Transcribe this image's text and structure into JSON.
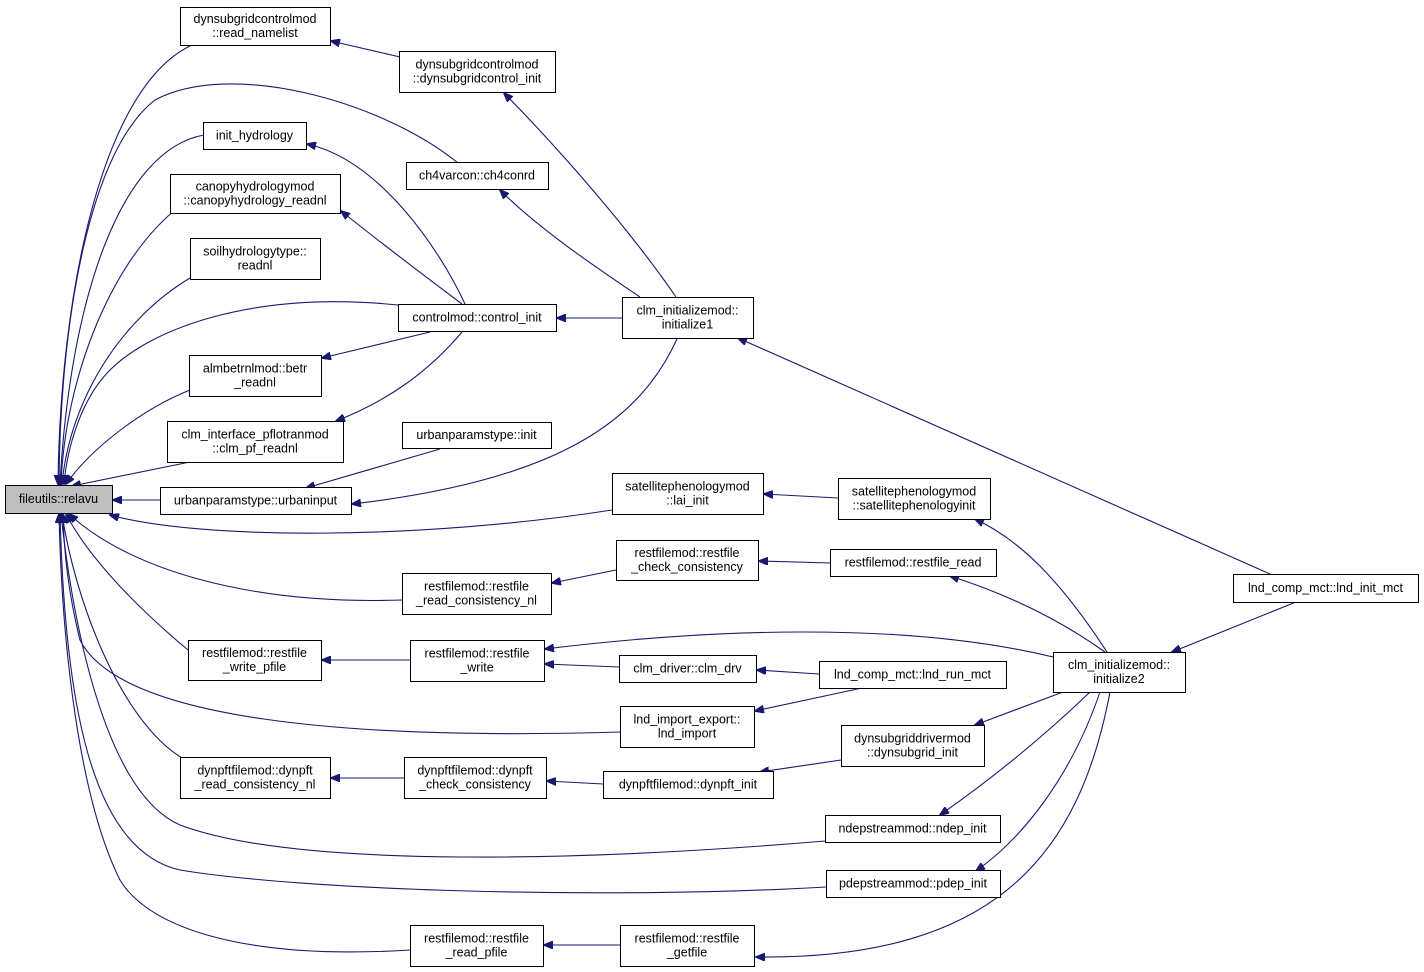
{
  "diagram": {
    "nodes": [
      {
        "id": "relavu",
        "lines": [
          "fileutils::relavu"
        ],
        "root": true
      },
      {
        "id": "dyn_read_namelist",
        "lines": [
          "dynsubgridcontrolmod",
          "::read_namelist"
        ]
      },
      {
        "id": "dyn_control_init",
        "lines": [
          "dynsubgridcontrolmod",
          "::dynsubgridcontrol_init"
        ]
      },
      {
        "id": "init_hydrology",
        "lines": [
          "init_hydrology"
        ]
      },
      {
        "id": "ch4conrd",
        "lines": [
          "ch4varcon::ch4conrd"
        ]
      },
      {
        "id": "canopy_readnl",
        "lines": [
          "canopyhydrologymod",
          "::canopyhydrology_readnl"
        ]
      },
      {
        "id": "soil_readnl",
        "lines": [
          "soilhydrologytype::",
          "readnl"
        ]
      },
      {
        "id": "control_init",
        "lines": [
          "controlmod::control_init"
        ]
      },
      {
        "id": "initialize1",
        "lines": [
          "clm_initializemod::",
          "initialize1"
        ]
      },
      {
        "id": "betr_readnl",
        "lines": [
          "almbetrnlmod::betr",
          "_readnl"
        ]
      },
      {
        "id": "pf_readnl",
        "lines": [
          "clm_interface_pflotranmod",
          "::clm_pf_readnl"
        ]
      },
      {
        "id": "urban_init",
        "lines": [
          "urbanparamstype::init"
        ]
      },
      {
        "id": "urbaninput",
        "lines": [
          "urbanparamstype::urbaninput"
        ]
      },
      {
        "id": "lai_init",
        "lines": [
          "satellitephenologymod",
          "::lai_init"
        ]
      },
      {
        "id": "satpheno_init",
        "lines": [
          "satellitephenologymod",
          "::satellitephenologyinit"
        ]
      },
      {
        "id": "check_consistency",
        "lines": [
          "restfilemod::restfile",
          "_check_consistency"
        ]
      },
      {
        "id": "restfile_read",
        "lines": [
          "restfilemod::restfile_read"
        ]
      },
      {
        "id": "read_consistency_nl",
        "lines": [
          "restfilemod::restfile",
          "_read_consistency_nl"
        ]
      },
      {
        "id": "lnd_init_mct",
        "lines": [
          "lnd_comp_mct::lnd_init_mct"
        ]
      },
      {
        "id": "write_pfile",
        "lines": [
          "restfilemod::restfile",
          "_write_pfile"
        ]
      },
      {
        "id": "restfile_write",
        "lines": [
          "restfilemod::restfile",
          "_write"
        ]
      },
      {
        "id": "initialize2",
        "lines": [
          "clm_initializemod::",
          "initialize2"
        ]
      },
      {
        "id": "clm_drv",
        "lines": [
          "clm_driver::clm_drv"
        ]
      },
      {
        "id": "lnd_run_mct",
        "lines": [
          "lnd_comp_mct::lnd_run_mct"
        ]
      },
      {
        "id": "lnd_import",
        "lines": [
          "lnd_import_export::",
          "lnd_import"
        ]
      },
      {
        "id": "dynsubgrid_init",
        "lines": [
          "dynsubgriddrivermod",
          "::dynsubgrid_init"
        ]
      },
      {
        "id": "dynpft_read_consistency_nl",
        "lines": [
          "dynpftfilemod::dynpft",
          "_read_consistency_nl"
        ]
      },
      {
        "id": "dynpft_check_consistency",
        "lines": [
          "dynpftfilemod::dynpft",
          "_check_consistency"
        ]
      },
      {
        "id": "dynpft_init",
        "lines": [
          "dynpftfilemod::dynpft_init"
        ]
      },
      {
        "id": "ndep_init",
        "lines": [
          "ndepstreammod::ndep_init"
        ]
      },
      {
        "id": "pdep_init",
        "lines": [
          "pdepstreammod::pdep_init"
        ]
      },
      {
        "id": "read_pfile",
        "lines": [
          "restfilemod::restfile",
          "_read_pfile"
        ]
      },
      {
        "id": "getfile",
        "lines": [
          "restfilemod::restfile",
          "_getfile"
        ]
      }
    ],
    "edges": [
      {
        "from": "dyn_read_namelist",
        "to": "relavu"
      },
      {
        "from": "dyn_control_init",
        "to": "dyn_read_namelist"
      },
      {
        "from": "initialize1",
        "to": "dyn_control_init"
      },
      {
        "from": "ch4conrd",
        "to": "relavu"
      },
      {
        "from": "initialize1",
        "to": "ch4conrd"
      },
      {
        "from": "init_hydrology",
        "to": "relavu"
      },
      {
        "from": "control_init",
        "to": "init_hydrology"
      },
      {
        "from": "canopy_readnl",
        "to": "relavu"
      },
      {
        "from": "control_init",
        "to": "canopy_readnl"
      },
      {
        "from": "soil_readnl",
        "to": "relavu"
      },
      {
        "from": "control_init",
        "to": "relavu"
      },
      {
        "from": "initialize1",
        "to": "control_init"
      },
      {
        "from": "betr_readnl",
        "to": "relavu"
      },
      {
        "from": "control_init",
        "to": "betr_readnl"
      },
      {
        "from": "pf_readnl",
        "to": "relavu"
      },
      {
        "from": "control_init",
        "to": "pf_readnl"
      },
      {
        "from": "urbaninput",
        "to": "relavu"
      },
      {
        "from": "urban_init",
        "to": "urbaninput"
      },
      {
        "from": "initialize1",
        "to": "urbaninput"
      },
      {
        "from": "lnd_init_mct",
        "to": "initialize1"
      },
      {
        "from": "lai_init",
        "to": "relavu"
      },
      {
        "from": "satpheno_init",
        "to": "lai_init"
      },
      {
        "from": "initialize2",
        "to": "satpheno_init"
      },
      {
        "from": "read_consistency_nl",
        "to": "relavu"
      },
      {
        "from": "check_consistency",
        "to": "read_consistency_nl"
      },
      {
        "from": "restfile_read",
        "to": "check_consistency"
      },
      {
        "from": "initialize2",
        "to": "restfile_read"
      },
      {
        "from": "lnd_init_mct",
        "to": "initialize2"
      },
      {
        "from": "write_pfile",
        "to": "relavu"
      },
      {
        "from": "restfile_write",
        "to": "write_pfile"
      },
      {
        "from": "initialize2",
        "to": "restfile_write"
      },
      {
        "from": "clm_drv",
        "to": "restfile_write"
      },
      {
        "from": "lnd_run_mct",
        "to": "clm_drv"
      },
      {
        "from": "lnd_import",
        "to": "relavu"
      },
      {
        "from": "lnd_run_mct",
        "to": "lnd_import"
      },
      {
        "from": "dynpft_read_consistency_nl",
        "to": "relavu"
      },
      {
        "from": "dynpft_check_consistency",
        "to": "dynpft_read_consistency_nl"
      },
      {
        "from": "dynpft_init",
        "to": "dynpft_check_consistency"
      },
      {
        "from": "dynsubgrid_init",
        "to": "dynpft_init"
      },
      {
        "from": "initialize2",
        "to": "dynsubgrid_init"
      },
      {
        "from": "ndep_init",
        "to": "relavu"
      },
      {
        "from": "initialize2",
        "to": "ndep_init"
      },
      {
        "from": "pdep_init",
        "to": "relavu"
      },
      {
        "from": "initialize2",
        "to": "pdep_init"
      },
      {
        "from": "read_pfile",
        "to": "relavu"
      },
      {
        "from": "getfile",
        "to": "read_pfile"
      },
      {
        "from": "initialize2",
        "to": "getfile"
      }
    ]
  },
  "colors": {
    "edge": "#191970",
    "root_fill": "#bfbfbf",
    "node_fill": "#ffffff",
    "border": "#000000"
  }
}
